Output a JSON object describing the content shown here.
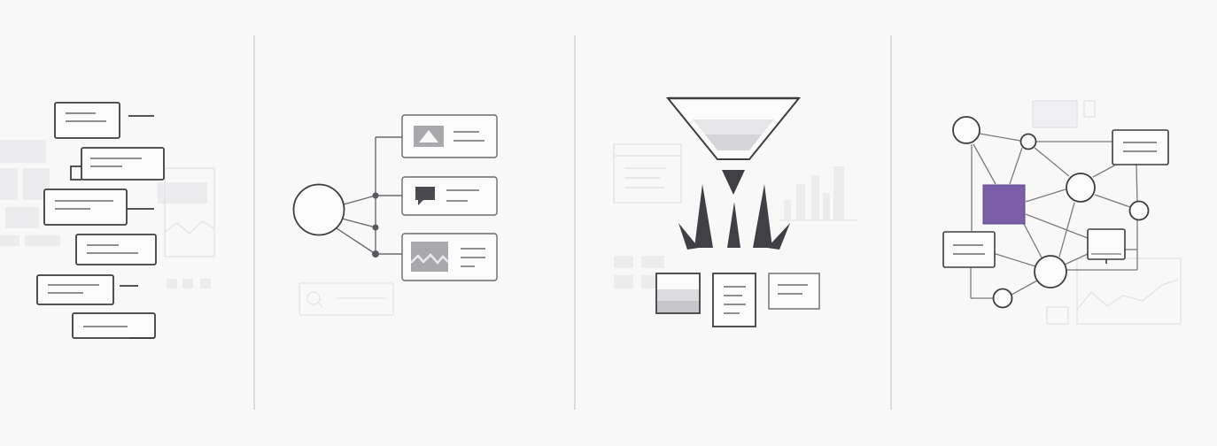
{
  "panels": [
    {
      "id": "stacked-cards",
      "kind": "stacked text cards"
    },
    {
      "id": "branching-tree",
      "kind": "hub node branching to media cards"
    },
    {
      "id": "filter-funnel",
      "kind": "funnel distributing into documents"
    },
    {
      "id": "connected-network",
      "kind": "node network with highlighted square"
    }
  ],
  "colors": {
    "background": "#f8f8f8",
    "stroke": "#3d3d42",
    "line_mid": "#8e8e93",
    "line_light": "#b5b5ba",
    "ghost": "#e4e4e7",
    "ghost_fill": "#f0f0f2",
    "accent": "#7b5ea8",
    "icon_fill": "#a8a8ad",
    "dark_fill": "#4a4a50",
    "divider": "#c9c9cc"
  },
  "icons": [
    "image-icon",
    "speech-bubble-icon",
    "landscape-icon",
    "search-icon",
    "monitor-icon",
    "line-chart-icon",
    "bar-chart-icon"
  ]
}
